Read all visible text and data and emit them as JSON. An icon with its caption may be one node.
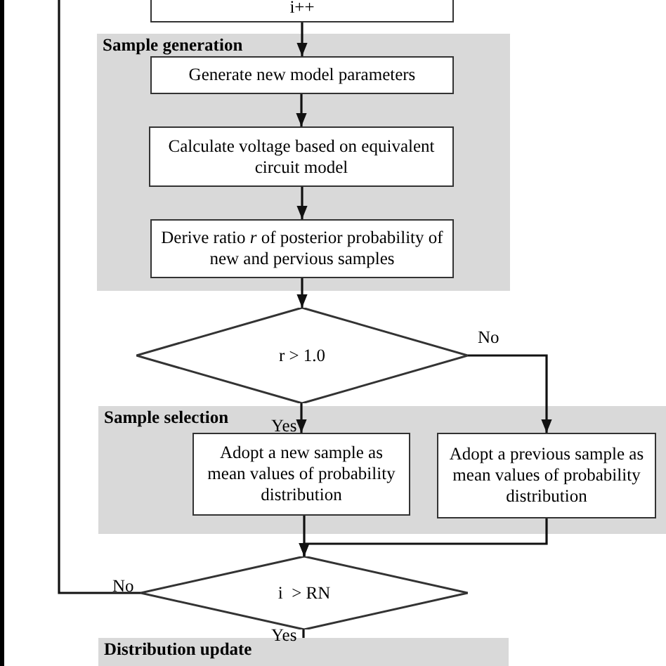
{
  "diagram": {
    "nodes": [
      {
        "text": [
          "i++"
        ]
      },
      {
        "text": [
          "Sample generation"
        ]
      },
      {
        "text": [
          "Generate new model parameters"
        ],
        "in": 1
      },
      {
        "text": [
          "Calculate voltage based on equivalent circuit model"
        ],
        "in": 1
      },
      {
        "text": [
          "Derive ratio *r* of posterior probability of new and pervious samples"
        ],
        "in": 1
      },
      {
        "text": [
          "r > 1.0"
        ]
      },
      {
        "text": [
          "Sample selection"
        ]
      },
      {
        "text": [
          "Adopt a new sample as mean values of probability distribution"
        ],
        "in": 6
      },
      {
        "text": [
          "Adopt a previous sample as mean values of probability distribution"
        ],
        "in": 6
      },
      {
        "text": [
          "i  > RN"
        ]
      },
      {
        "text": [
          "Distribution update"
        ]
      }
    ],
    "edges": [
      {
        "from": 0,
        "to": 2,
        "arrow": "to"
      },
      {
        "from": 2,
        "to": 3,
        "arrow": "to"
      },
      {
        "from": 3,
        "to": 4,
        "arrow": "to"
      },
      {
        "from": 4,
        "to": 5,
        "arrow": "to"
      },
      {
        "from": 5,
        "to": 7,
        "arrow": "to",
        "label": "Yes"
      },
      {
        "from": 5,
        "to": 8,
        "arrow": "to",
        "label": "No"
      },
      {
        "from": 7,
        "to": 9,
        "arrow": "to"
      },
      {
        "from": 8,
        "to": 9,
        "arrow": "to"
      },
      {
        "from": 9,
        "to": null,
        "arrow": "none",
        "label": "No"
      },
      {
        "from": 9,
        "to": 10,
        "arrow": "none",
        "label": "Yes"
      }
    ]
  }
}
